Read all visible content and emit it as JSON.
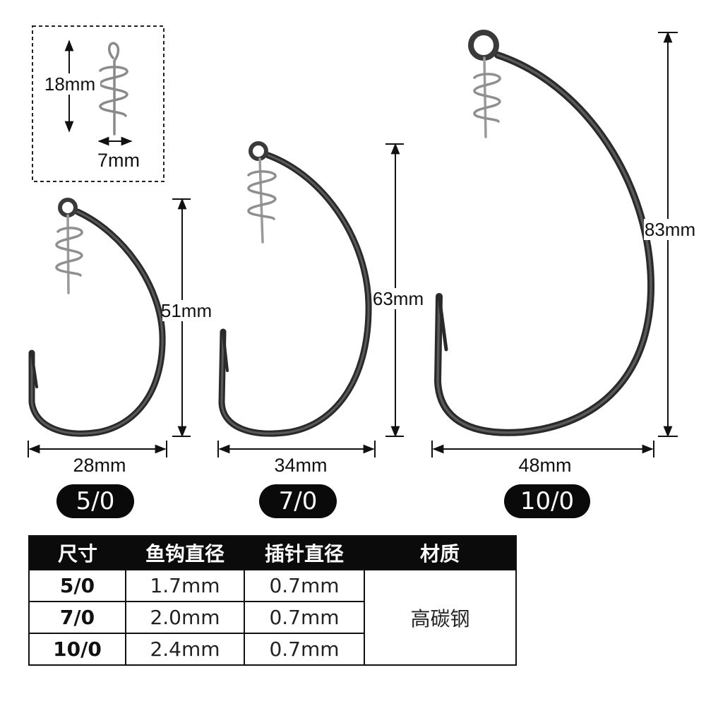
{
  "inset": {
    "spring_length": "18mm",
    "spring_width": "7mm"
  },
  "hooks": [
    {
      "size": "5/0",
      "height": "51mm",
      "width": "28mm"
    },
    {
      "size": "7/0",
      "height": "63mm",
      "width": "34mm"
    },
    {
      "size": "10/0",
      "height": "83mm",
      "width": "48mm"
    }
  ],
  "table": {
    "headers": [
      "尺寸",
      "鱼钩直径",
      "插针直径",
      "材质"
    ],
    "rows": [
      {
        "size": "5/0",
        "hook_diameter": "1.7mm",
        "pin_diameter": "0.7mm"
      },
      {
        "size": "7/0",
        "hook_diameter": "2.0mm",
        "pin_diameter": "0.7mm"
      },
      {
        "size": "10/0",
        "hook_diameter": "2.4mm",
        "pin_diameter": "0.7mm"
      }
    ],
    "material": "高碳钢"
  }
}
